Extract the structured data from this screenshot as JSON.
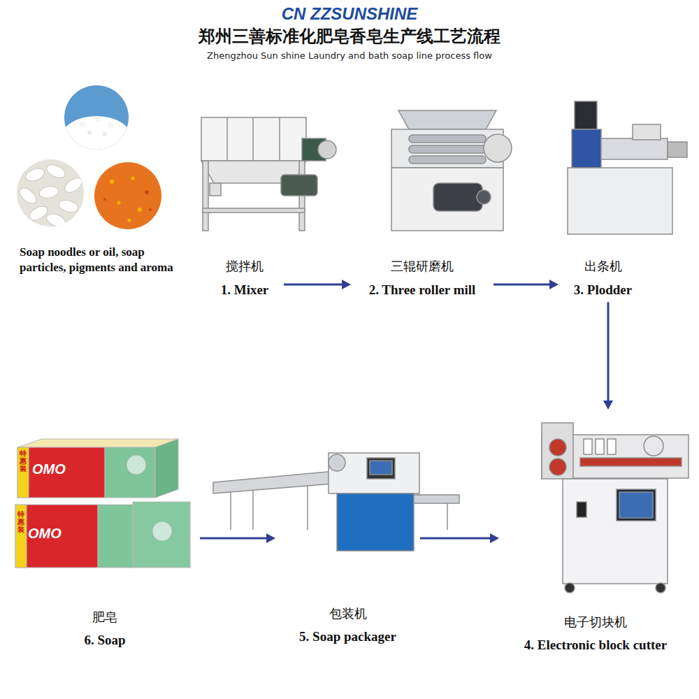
{
  "diagram": {
    "title": "郑州三善标准化肥皂香皂生产线工艺流程",
    "nodes": [
      {
        "text": [
          "Soap noodles or oil, soap particles, pigments and aroma"
        ]
      },
      {
        "text": [
          "搅拌机",
          "1. Mixer"
        ]
      },
      {
        "text": [
          "三辊研磨机",
          "2. Three roller mill"
        ]
      },
      {
        "text": [
          "出条机",
          "3. Plodder"
        ]
      },
      {
        "text": [
          "电子切块机",
          "4. Electronic block cutter"
        ]
      },
      {
        "text": [
          "包装机",
          "5. Soap packager"
        ]
      },
      {
        "text": [
          "肥皂",
          "6. Soap"
        ]
      }
    ],
    "edges": [
      {
        "from": 1,
        "to": 2,
        "arrow": "to"
      },
      {
        "from": 2,
        "to": 3,
        "arrow": "to"
      },
      {
        "from": 3,
        "to": 4,
        "arrow": "to"
      },
      {
        "from": 6,
        "to": 5,
        "arrow": "to"
      },
      {
        "from": 5,
        "to": 4,
        "arrow": "to"
      }
    ],
    "labels": [
      "CN ZZSUNSHINE",
      "Zhengzhou Sun shine Laundry and bath soap line process flow",
      "OMO",
      "OMO",
      "特惠装",
      "特惠装"
    ]
  }
}
